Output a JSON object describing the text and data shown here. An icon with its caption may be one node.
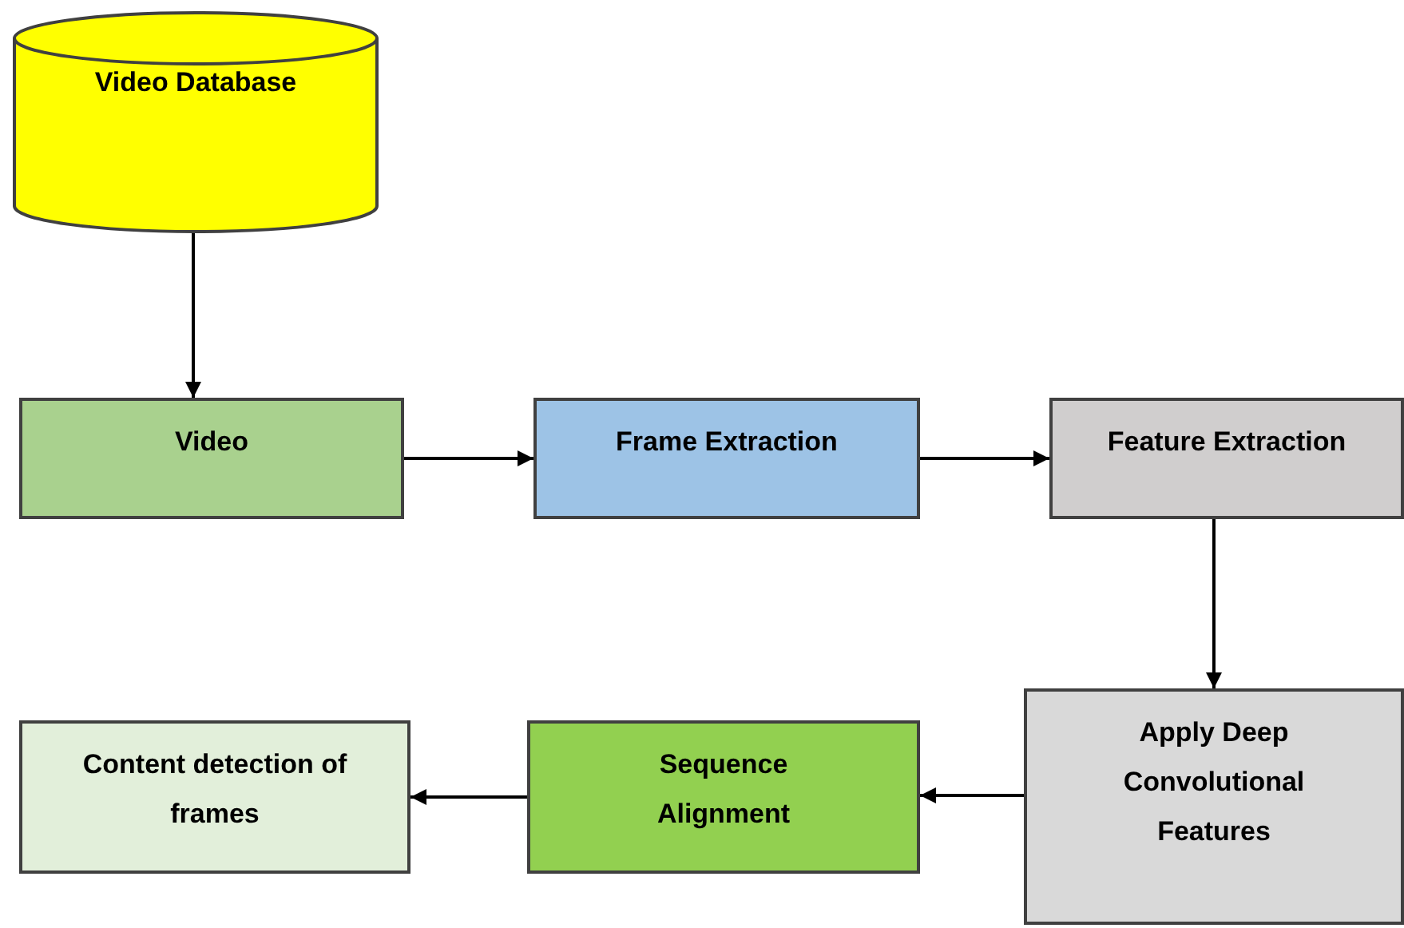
{
  "diagram": {
    "nodes": [
      {
        "text": [
          "Video Database"
        ]
      },
      {
        "text": [
          "Video"
        ]
      },
      {
        "text": [
          "Frame Extraction"
        ]
      },
      {
        "text": [
          "Feature Extraction"
        ]
      },
      {
        "text": [
          "Apply Deep Convolutional Features"
        ]
      },
      {
        "text": [
          "Sequence Alignment"
        ]
      },
      {
        "text": [
          "Content detection of frames"
        ]
      }
    ],
    "edges": [
      {
        "from": 0,
        "to": 1,
        "arrow": "to"
      },
      {
        "from": 1,
        "to": 2,
        "arrow": "to"
      },
      {
        "from": 2,
        "to": 3,
        "arrow": "to"
      },
      {
        "from": 3,
        "to": 4,
        "arrow": "to"
      },
      {
        "from": 4,
        "to": 5,
        "arrow": "to"
      },
      {
        "from": 5,
        "to": 6,
        "arrow": "to"
      }
    ]
  }
}
